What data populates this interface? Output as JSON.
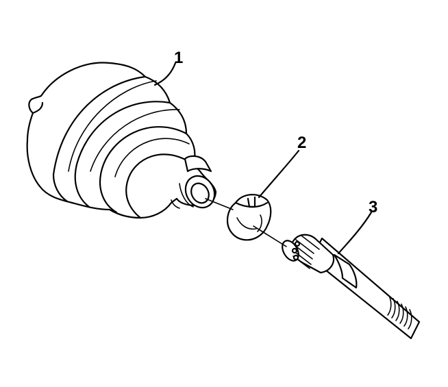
{
  "callouts": [
    {
      "id": "1",
      "label": "1",
      "part": "boot"
    },
    {
      "id": "2",
      "label": "2",
      "part": "clamp-ring"
    },
    {
      "id": "3",
      "label": "3",
      "part": "axle-shaft"
    }
  ],
  "colors": {
    "line": "#000000",
    "background": "#ffffff"
  }
}
